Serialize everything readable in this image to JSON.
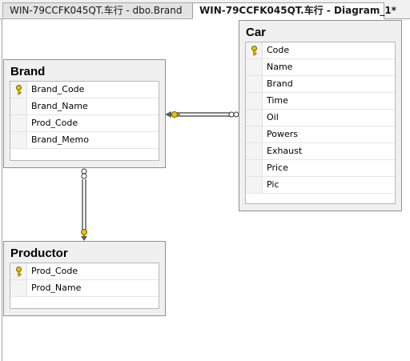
{
  "tabs": [
    {
      "label": "WIN-79CCFK045QT.车行 - dbo.Brand",
      "active": false
    },
    {
      "label": "WIN-79CCFK045QT.车行 - Diagram_1*",
      "active": true
    }
  ],
  "tables": {
    "brand": {
      "title": "Brand",
      "columns": [
        {
          "name": "Brand_Code",
          "primary_key": true
        },
        {
          "name": "Brand_Name",
          "primary_key": false
        },
        {
          "name": "Prod_Code",
          "primary_key": false
        },
        {
          "name": "Brand_Memo",
          "primary_key": false
        }
      ]
    },
    "car": {
      "title": "Car",
      "columns": [
        {
          "name": "Code",
          "primary_key": true
        },
        {
          "name": "Name",
          "primary_key": false
        },
        {
          "name": "Brand",
          "primary_key": false
        },
        {
          "name": "Time",
          "primary_key": false
        },
        {
          "name": "Oil",
          "primary_key": false
        },
        {
          "name": "Powers",
          "primary_key": false
        },
        {
          "name": "Exhaust",
          "primary_key": false
        },
        {
          "name": "Price",
          "primary_key": false
        },
        {
          "name": "Pic",
          "primary_key": false
        }
      ]
    },
    "productor": {
      "title": "Productor",
      "columns": [
        {
          "name": "Prod_Code",
          "primary_key": true
        },
        {
          "name": "Prod_Name",
          "primary_key": false
        }
      ]
    }
  },
  "relationships": [
    {
      "from": "Car",
      "to": "Brand"
    },
    {
      "from": "Brand",
      "to": "Productor"
    }
  ],
  "colors": {
    "key": "#e8c400",
    "connector": "#5a5a5a"
  }
}
